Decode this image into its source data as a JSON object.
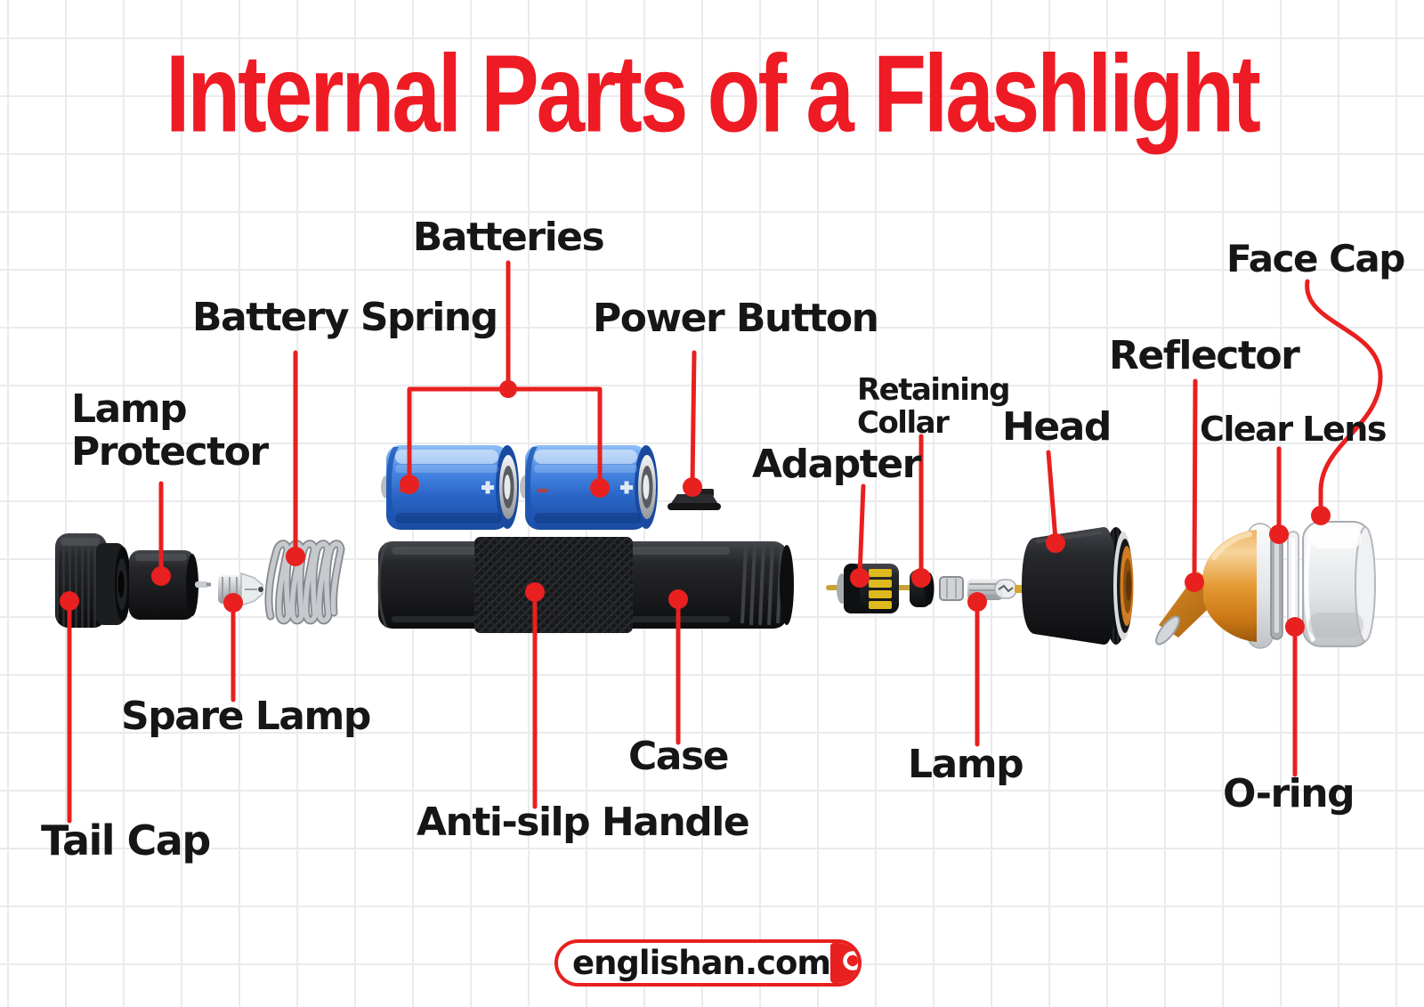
{
  "title": "Internal Parts of a Flashlight",
  "labels": {
    "tail_cap": "Tail Cap",
    "lamp_protector_line1": "Lamp",
    "lamp_protector_line2": "Protector",
    "spare_lamp": "Spare Lamp",
    "battery_spring": "Battery Spring",
    "batteries": "Batteries",
    "power_button": "Power Button",
    "case": "Case",
    "anti_slip_handle": "Anti-silp Handle",
    "adapter": "Adapter",
    "retaining_collar_line1": "Retaining",
    "retaining_collar_line2": "Collar",
    "head": "Head",
    "lamp": "Lamp",
    "reflector": "Reflector",
    "clear_lens": "Clear Lens",
    "face_cap": "Face Cap",
    "o_ring": "O-ring"
  },
  "footer": {
    "site": "englishan.com",
    "icon": "magnifier-icon"
  },
  "colors": {
    "accent_red": "#e8201f",
    "title_red": "#ee1b24",
    "label_ink": "#161616",
    "battery_blue": "#2d6fd2",
    "reflector_orange": "#e0861f"
  }
}
